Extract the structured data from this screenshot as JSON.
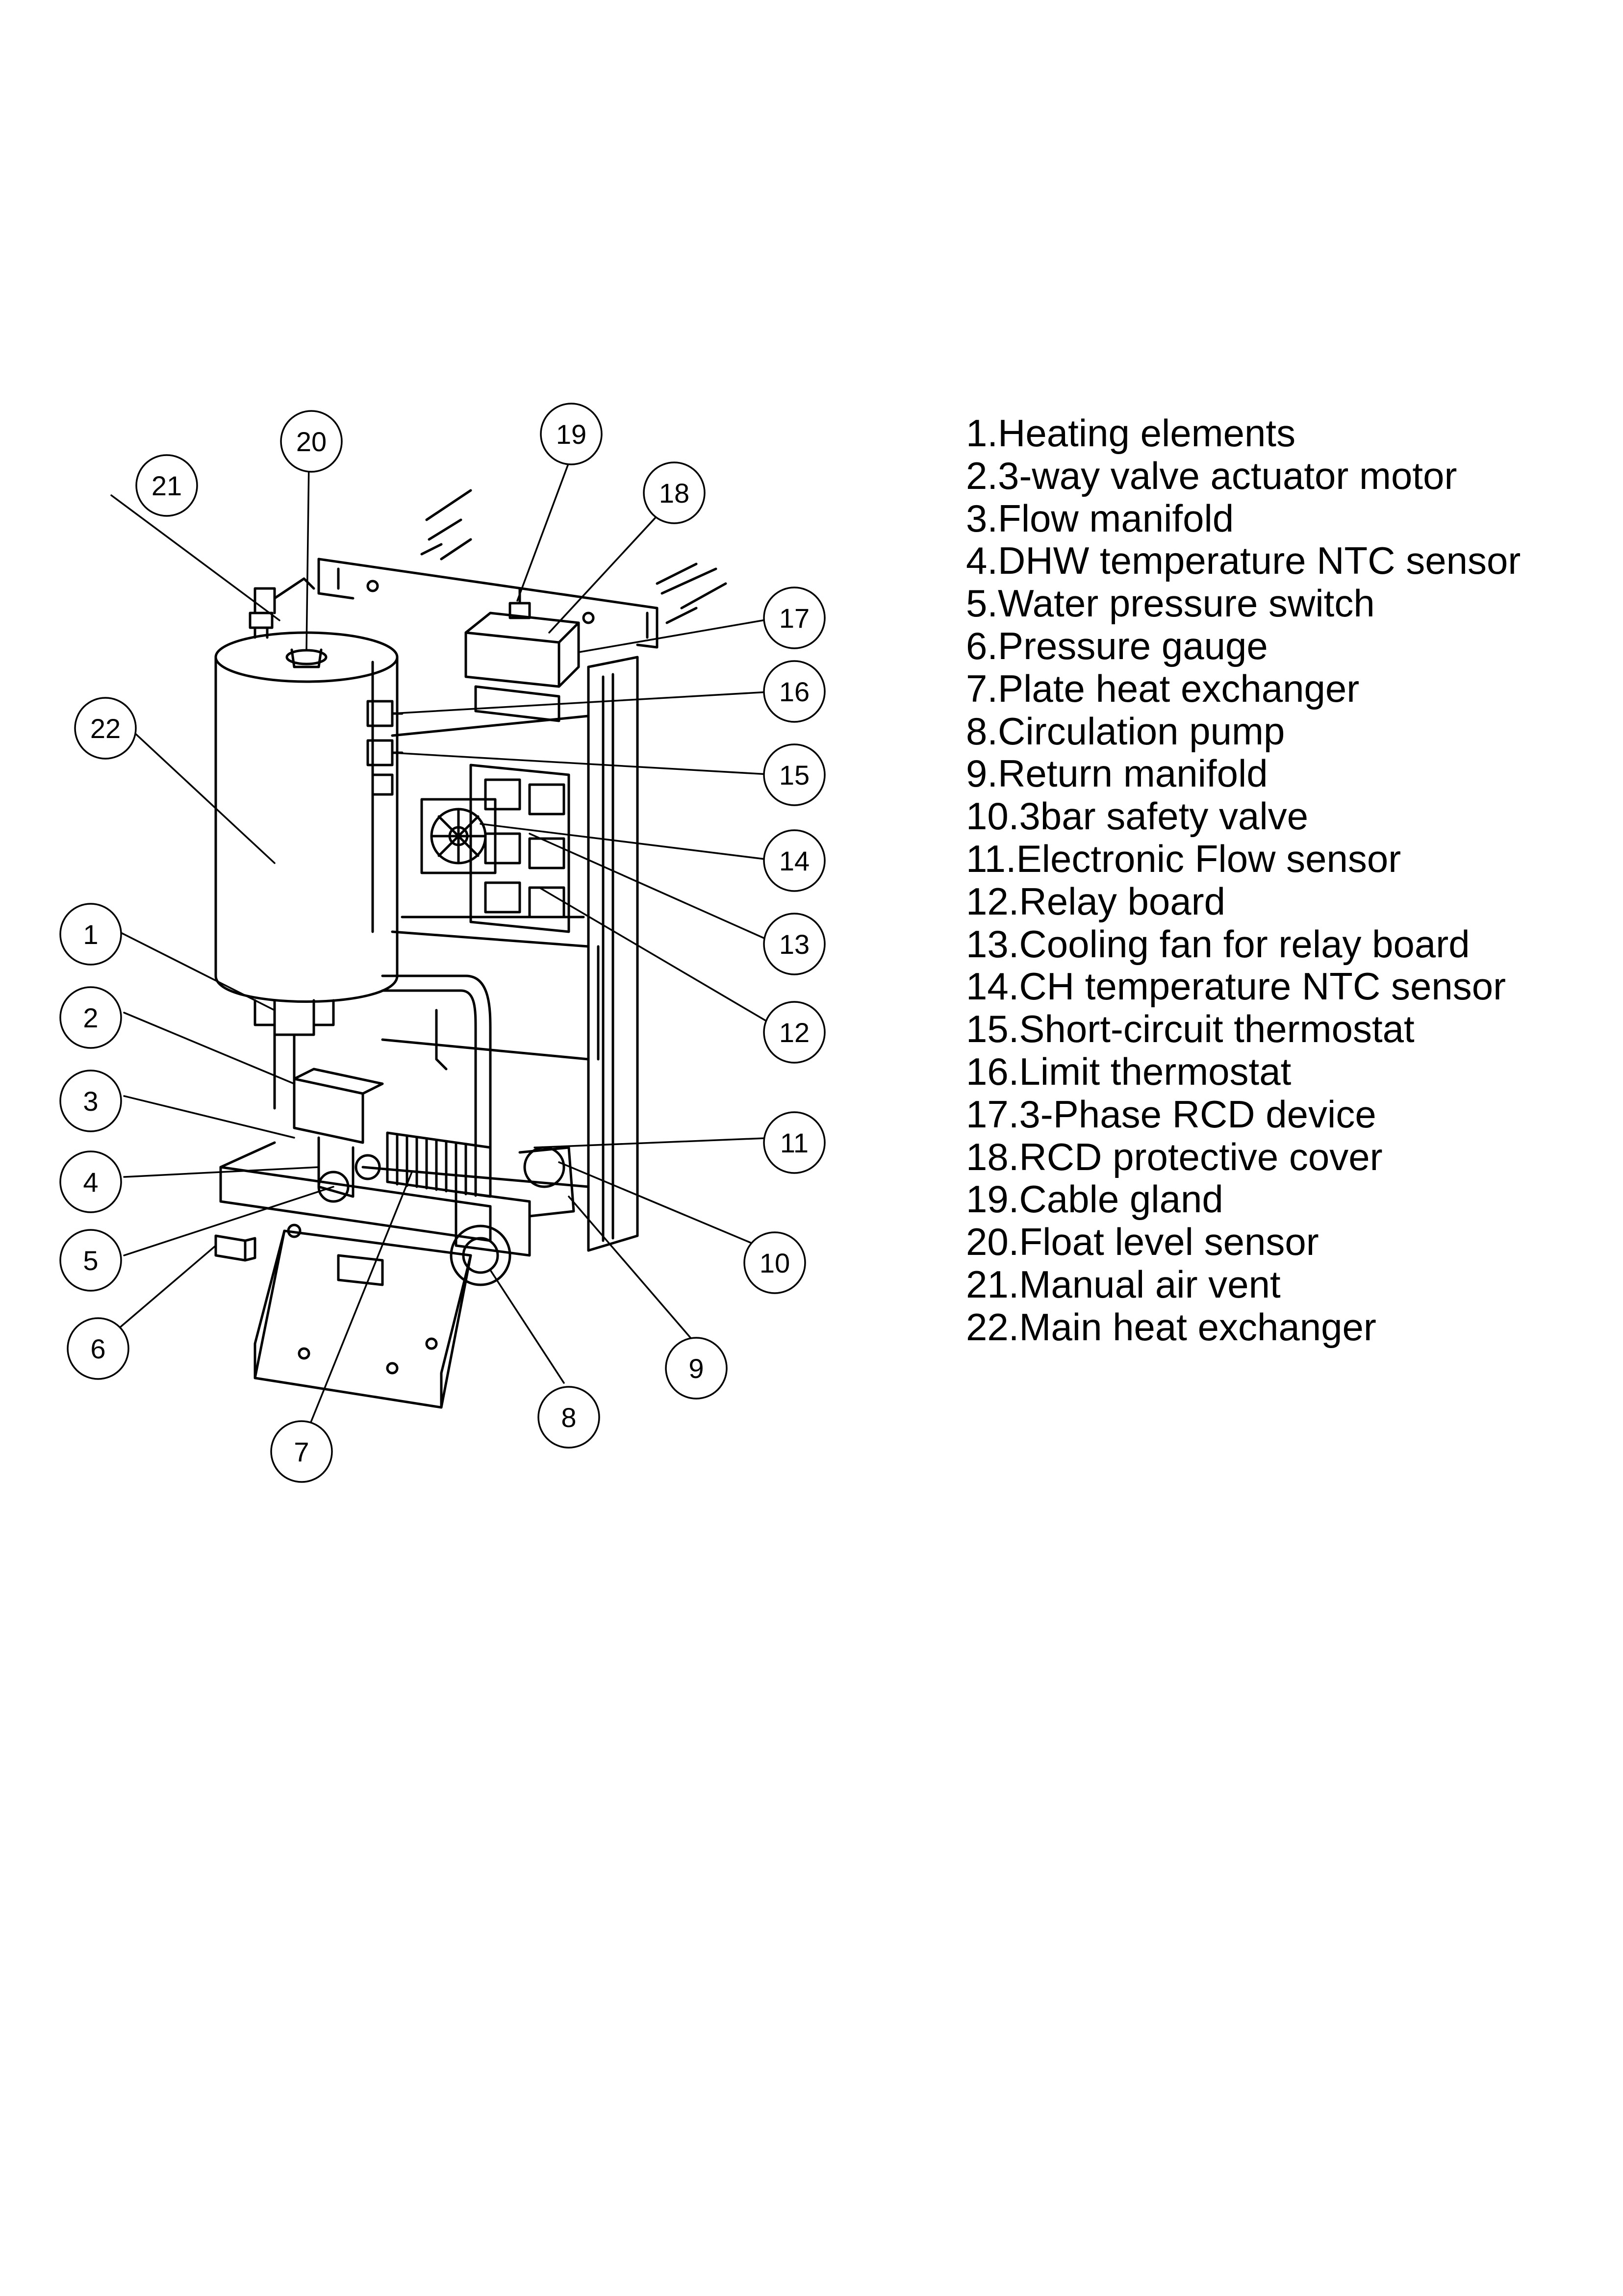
{
  "legend": [
    "1.Heating elements",
    "2.3-way valve actuator motor",
    "3.Flow manifold",
    "4.DHW temperature NTC sensor",
    "5.Water pressure switch",
    "6.Pressure gauge",
    "7.Plate heat exchanger",
    "8.Circulation pump",
    "9.Return manifold",
    "10.3bar safety valve",
    "11.Electronic Flow sensor",
    "12.Relay board",
    "13.Cooling fan for relay board",
    "14.CH temperature NTC sensor",
    "15.Short-circuit thermostat",
    "16.Limit thermostat",
    "17.3-Phase RCD device",
    "18.RCD protective cover",
    "19.Cable gland",
    "20.Float level sensor",
    "21.Manual air vent",
    "22.Main heat exchanger"
  ],
  "callouts": [
    "1",
    "2",
    "3",
    "4",
    "5",
    "6",
    "7",
    "8",
    "9",
    "10",
    "11",
    "12",
    "13",
    "14",
    "15",
    "16",
    "17",
    "18",
    "19",
    "20",
    "21",
    "22"
  ]
}
